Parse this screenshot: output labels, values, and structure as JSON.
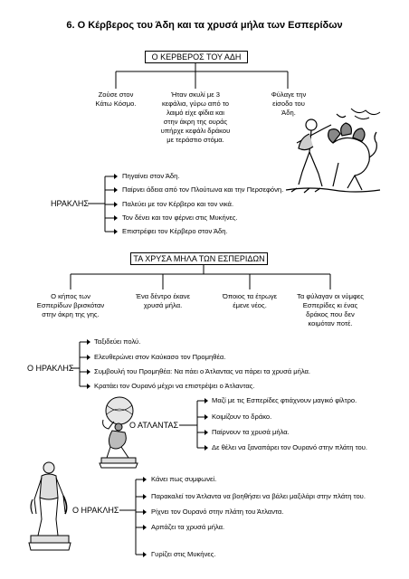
{
  "title": "6.  Ο Κέρβερος του Άδη και τα χρυσά μήλα των Εσπερίδων",
  "section1": {
    "header": "Ο ΚΕΡΒΕΡΟΣ ΤΟΥ ΑΔΗ",
    "c1": [
      "Ζούσε στον",
      "Κάτω Κόσμο."
    ],
    "c2": [
      "Ήταν σκυλί με 3",
      "κεφάλια, γύρω από το",
      "λαιμό είχε φίδια και",
      "στην άκρη της ουράς",
      "υπήρχε κεφάλι δράκου",
      "με τεράστιο στόμα."
    ],
    "c3": [
      "Φύλαγε την",
      "είσοδο του",
      "Άδη."
    ],
    "hero": "ΗΡΑΚΛΗΣ",
    "actions": [
      "Πηγαίνει στον Άδη.",
      "Παίρνει άδεια από τον Πλούτωνα και την Περσεφόνη.",
      "Παλεύει με τον Κέρβερο και τον νικά.",
      "Τον δένει και τον φέρνει στις Μυκήνες.",
      "Επιστρέφει τον Κέρβερο στον Άδη."
    ]
  },
  "section2": {
    "header": "ΤΑ ΧΡΥΣΑ ΜΗΛΑ ΤΩΝ ΕΣΠΕΡΙΔΩΝ",
    "c1": [
      "Ο κήπος των",
      "Εσπερίδων βρισκόταν",
      "στην άκρη της γης."
    ],
    "c2": [
      "Ένα δέντρο έκανε",
      "χρυσά μήλα."
    ],
    "c3": [
      "Όποιος τα έτρωγε",
      "έμενε νέος."
    ],
    "c4": [
      "Τα φύλαγαν οι νύμφες",
      "Εσπερίδες κι ένας",
      "δράκος που δεν",
      "κοιμόταν ποτέ."
    ],
    "hero1": "Ο ΗΡΑΚΛΗΣ",
    "hero1_actions": [
      "Ταξιδεύει πολύ.",
      "Ελευθερώνει στον Καύκασο τον Προμηθέα.",
      "Συμβουλή του Προμηθέα: Να πάει ο Άτλαντας να πάρει τα χρυσά μήλα.",
      "Κρατάει τον Ουρανό μέχρι να επιστρέψει ο Άτλαντας."
    ],
    "atlas": "Ο ΑΤΛΑΝΤΑΣ",
    "atlas_actions": [
      "Μαζί με τις Εσπερίδες φτιάχνουν μαγικό φίλτρο.",
      "Κοιμίζουν το δράκο.",
      "Παίρνουν τα χρυσά μήλα.",
      "Δε θέλει να ξαναπάρει τον Ουρανό στην πλάτη του."
    ],
    "hero2": "Ο ΗΡΑΚΛΗΣ",
    "hero2_actions": [
      "Κάνει πως συμφωνεί.",
      "Παρακαλεί τον Άτλαντα να βοηθήσει να βάλει μαξιλάρι στην πλάτη του.",
      "Ρίχνει τον Ουρανό στην πλάτη του Άτλαντα.",
      "Αρπάζει τα χρυσά μήλα.",
      "Γυρίζει στις Μυκήνες."
    ]
  },
  "icons": [
    "hercules-cerberus-illustration",
    "atlas-statue-illustration",
    "hercules-statue-illustration"
  ]
}
